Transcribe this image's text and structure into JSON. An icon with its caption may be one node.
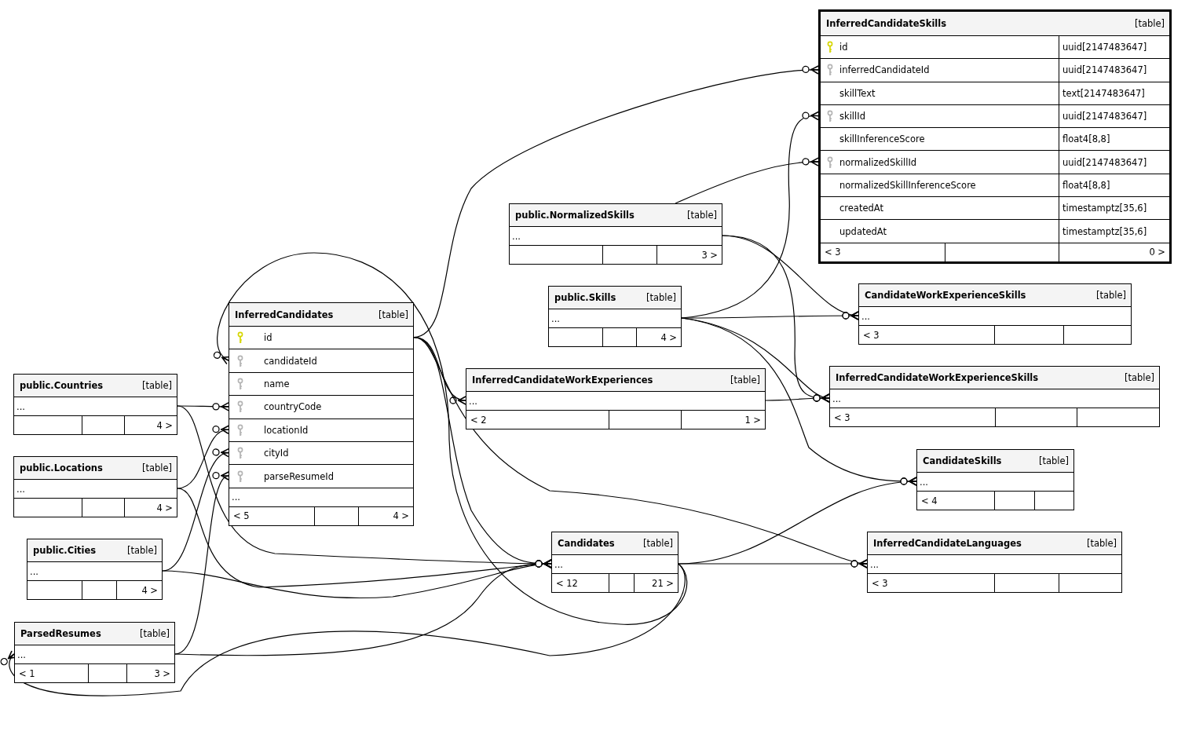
{
  "diagram": {
    "nodes": [
      {
        "text": [
          "InferredCandidateSkills",
          "[table]"
        ]
      },
      {
        "text": [
          "id",
          "uuid[2147483647]"
        ],
        "in": 0
      },
      {
        "text": [
          "inferredCandidateId",
          "uuid[2147483647]"
        ],
        "in": 0
      },
      {
        "text": [
          "skillText",
          "text[2147483647]"
        ],
        "in": 0
      },
      {
        "text": [
          "skillId",
          "uuid[2147483647]"
        ],
        "in": 0
      },
      {
        "text": [
          "skillInferenceScore",
          "float4[8,8]"
        ],
        "in": 0
      },
      {
        "text": [
          "normalizedSkillId",
          "uuid[2147483647]"
        ],
        "in": 0
      },
      {
        "text": [
          "normalizedSkillInferenceScore",
          "float4[8,8]"
        ],
        "in": 0
      },
      {
        "text": [
          "createdAt",
          "timestamptz[35,6]"
        ],
        "in": 0
      },
      {
        "text": [
          "updatedAt",
          "timestamptz[35,6]"
        ],
        "in": 0
      },
      {
        "text": [
          "< 3"
        ],
        "in": 0
      },
      {
        "text": [],
        "shape": "box",
        "in": 0
      },
      {
        "text": [
          "0 >"
        ],
        "in": 0
      },
      {
        "text": [
          "public.NormalizedSkills",
          "[table]"
        ]
      },
      {
        "text": [
          "..."
        ],
        "in": 13
      },
      {
        "text": [],
        "shape": "box",
        "in": 13
      },
      {
        "text": [],
        "shape": "box",
        "in": 13
      },
      {
        "text": [
          "3 >"
        ],
        "in": 13
      },
      {
        "text": [
          "public.Skills",
          "[table]"
        ]
      },
      {
        "text": [
          "..."
        ],
        "in": 18
      },
      {
        "text": [],
        "shape": "box",
        "in": 18
      },
      {
        "text": [],
        "shape": "box",
        "in": 18
      },
      {
        "text": [
          "4 >"
        ],
        "in": 18
      },
      {
        "text": [
          "CandidateWorkExperienceSkills",
          "[table]"
        ]
      },
      {
        "text": [
          "..."
        ],
        "in": 23
      },
      {
        "text": [
          "< 3"
        ],
        "in": 23
      },
      {
        "text": [],
        "shape": "box",
        "in": 23
      },
      {
        "text": [],
        "shape": "box",
        "in": 23
      },
      {
        "text": [
          "InferredCandidates",
          "[table]"
        ]
      },
      {
        "text": [
          "id"
        ],
        "in": 28
      },
      {
        "text": [
          "candidateId"
        ],
        "in": 28
      },
      {
        "text": [
          "name"
        ],
        "in": 28
      },
      {
        "text": [
          "countryCode"
        ],
        "in": 28
      },
      {
        "text": [
          "locationId"
        ],
        "in": 28
      },
      {
        "text": [
          "cityId"
        ],
        "in": 28
      },
      {
        "text": [
          "parseResumeId"
        ],
        "in": 28
      },
      {
        "text": [
          "..."
        ],
        "in": 28
      },
      {
        "text": [
          "< 5"
        ],
        "in": 28
      },
      {
        "text": [],
        "shape": "box",
        "in": 28
      },
      {
        "text": [
          "4 >"
        ],
        "in": 28
      },
      {
        "text": [
          "public.Countries",
          "[table]"
        ]
      },
      {
        "text": [
          "..."
        ],
        "in": 40
      },
      {
        "text": [],
        "shape": "box",
        "in": 40
      },
      {
        "text": [],
        "shape": "box",
        "in": 40
      },
      {
        "text": [
          "4 >"
        ],
        "in": 40
      },
      {
        "text": [
          "InferredCandidateWorkExperiences",
          "[table]"
        ]
      },
      {
        "text": [
          "..."
        ],
        "in": 45
      },
      {
        "text": [
          "< 2"
        ],
        "in": 45
      },
      {
        "text": [],
        "shape": "box",
        "in": 45
      },
      {
        "text": [
          "1 >"
        ],
        "in": 45
      },
      {
        "text": [
          "InferredCandidateWorkExperienceSkills",
          "[table]"
        ]
      },
      {
        "text": [
          "..."
        ],
        "in": 50
      },
      {
        "text": [
          "< 3"
        ],
        "in": 50
      },
      {
        "text": [],
        "shape": "box",
        "in": 50
      },
      {
        "text": [],
        "shape": "box",
        "in": 50
      },
      {
        "text": [
          "public.Locations",
          "[table]"
        ]
      },
      {
        "text": [
          "..."
        ],
        "in": 55
      },
      {
        "text": [],
        "shape": "box",
        "in": 55
      },
      {
        "text": [],
        "shape": "box",
        "in": 55
      },
      {
        "text": [
          "4 >"
        ],
        "in": 55
      },
      {
        "text": [
          "CandidateSkills",
          "[table]"
        ]
      },
      {
        "text": [
          "..."
        ],
        "in": 60
      },
      {
        "text": [
          "< 4"
        ],
        "in": 60
      },
      {
        "text": [],
        "shape": "box",
        "in": 60
      },
      {
        "text": [],
        "shape": "box",
        "in": 60
      },
      {
        "text": [
          "public.Cities",
          "[table]"
        ]
      },
      {
        "text": [
          "..."
        ],
        "in": 65
      },
      {
        "text": [],
        "shape": "box",
        "in": 65
      },
      {
        "text": [],
        "shape": "box",
        "in": 65
      },
      {
        "text": [
          "4 >"
        ],
        "in": 65
      },
      {
        "text": [
          "Candidates",
          "[table]"
        ]
      },
      {
        "text": [
          "..."
        ],
        "in": 70
      },
      {
        "text": [
          "< 12"
        ],
        "in": 70
      },
      {
        "text": [],
        "shape": "box",
        "in": 70
      },
      {
        "text": [
          "21 >"
        ],
        "in": 70
      },
      {
        "text": [
          "InferredCandidateLanguages",
          "[table]"
        ]
      },
      {
        "text": [
          "..."
        ],
        "in": 75
      },
      {
        "text": [
          "< 3"
        ],
        "in": 75
      },
      {
        "text": [],
        "shape": "box",
        "in": 75
      },
      {
        "text": [],
        "shape": "box",
        "in": 75
      },
      {
        "text": [
          "ParsedResumes",
          "[table]"
        ]
      },
      {
        "text": [
          "..."
        ],
        "in": 80
      },
      {
        "text": [
          "< 1"
        ],
        "in": 80
      },
      {
        "text": [],
        "shape": "box",
        "in": 80
      },
      {
        "text": [
          "3 >"
        ],
        "in": 80
      }
    ],
    "edges": [
      {
        "from": 29,
        "to": 2,
        "arrow": "other"
      },
      {
        "from": 19,
        "to": 4,
        "arrow": "other"
      },
      {
        "from": 13,
        "to": 6,
        "arrow": "other"
      },
      {
        "from": 14,
        "to": 24,
        "arrow": "other"
      },
      {
        "from": 19,
        "to": 24,
        "arrow": "other"
      },
      {
        "from": 14,
        "to": 51,
        "arrow": "other"
      },
      {
        "from": 19,
        "to": 51,
        "arrow": "other"
      },
      {
        "from": 46,
        "to": 51,
        "arrow": "other"
      },
      {
        "from": 19,
        "to": 61,
        "arrow": "other"
      },
      {
        "from": 71,
        "to": 61,
        "arrow": "other"
      },
      {
        "from": 29,
        "to": 46,
        "arrow": "other"
      },
      {
        "from": 71,
        "to": 30,
        "arrow": "other"
      },
      {
        "from": 41,
        "to": 32,
        "arrow": "other"
      },
      {
        "from": 56,
        "to": 33,
        "arrow": "other"
      },
      {
        "from": 66,
        "to": 34,
        "arrow": "other"
      },
      {
        "from": 81,
        "to": 35,
        "arrow": "other"
      },
      {
        "from": 41,
        "to": 71,
        "arrow": "other"
      },
      {
        "from": 56,
        "to": 71,
        "arrow": "other"
      },
      {
        "from": 66,
        "to": 71,
        "arrow": "other"
      },
      {
        "from": 81,
        "to": 71,
        "arrow": "other"
      },
      {
        "from": 29,
        "to": 71,
        "arrow": "other"
      },
      {
        "from": 29,
        "to": 76,
        "arrow": "other"
      },
      {
        "from": 71,
        "to": 76,
        "arrow": "other"
      },
      {
        "from": 71,
        "to": 81,
        "arrow": "other"
      }
    ]
  }
}
